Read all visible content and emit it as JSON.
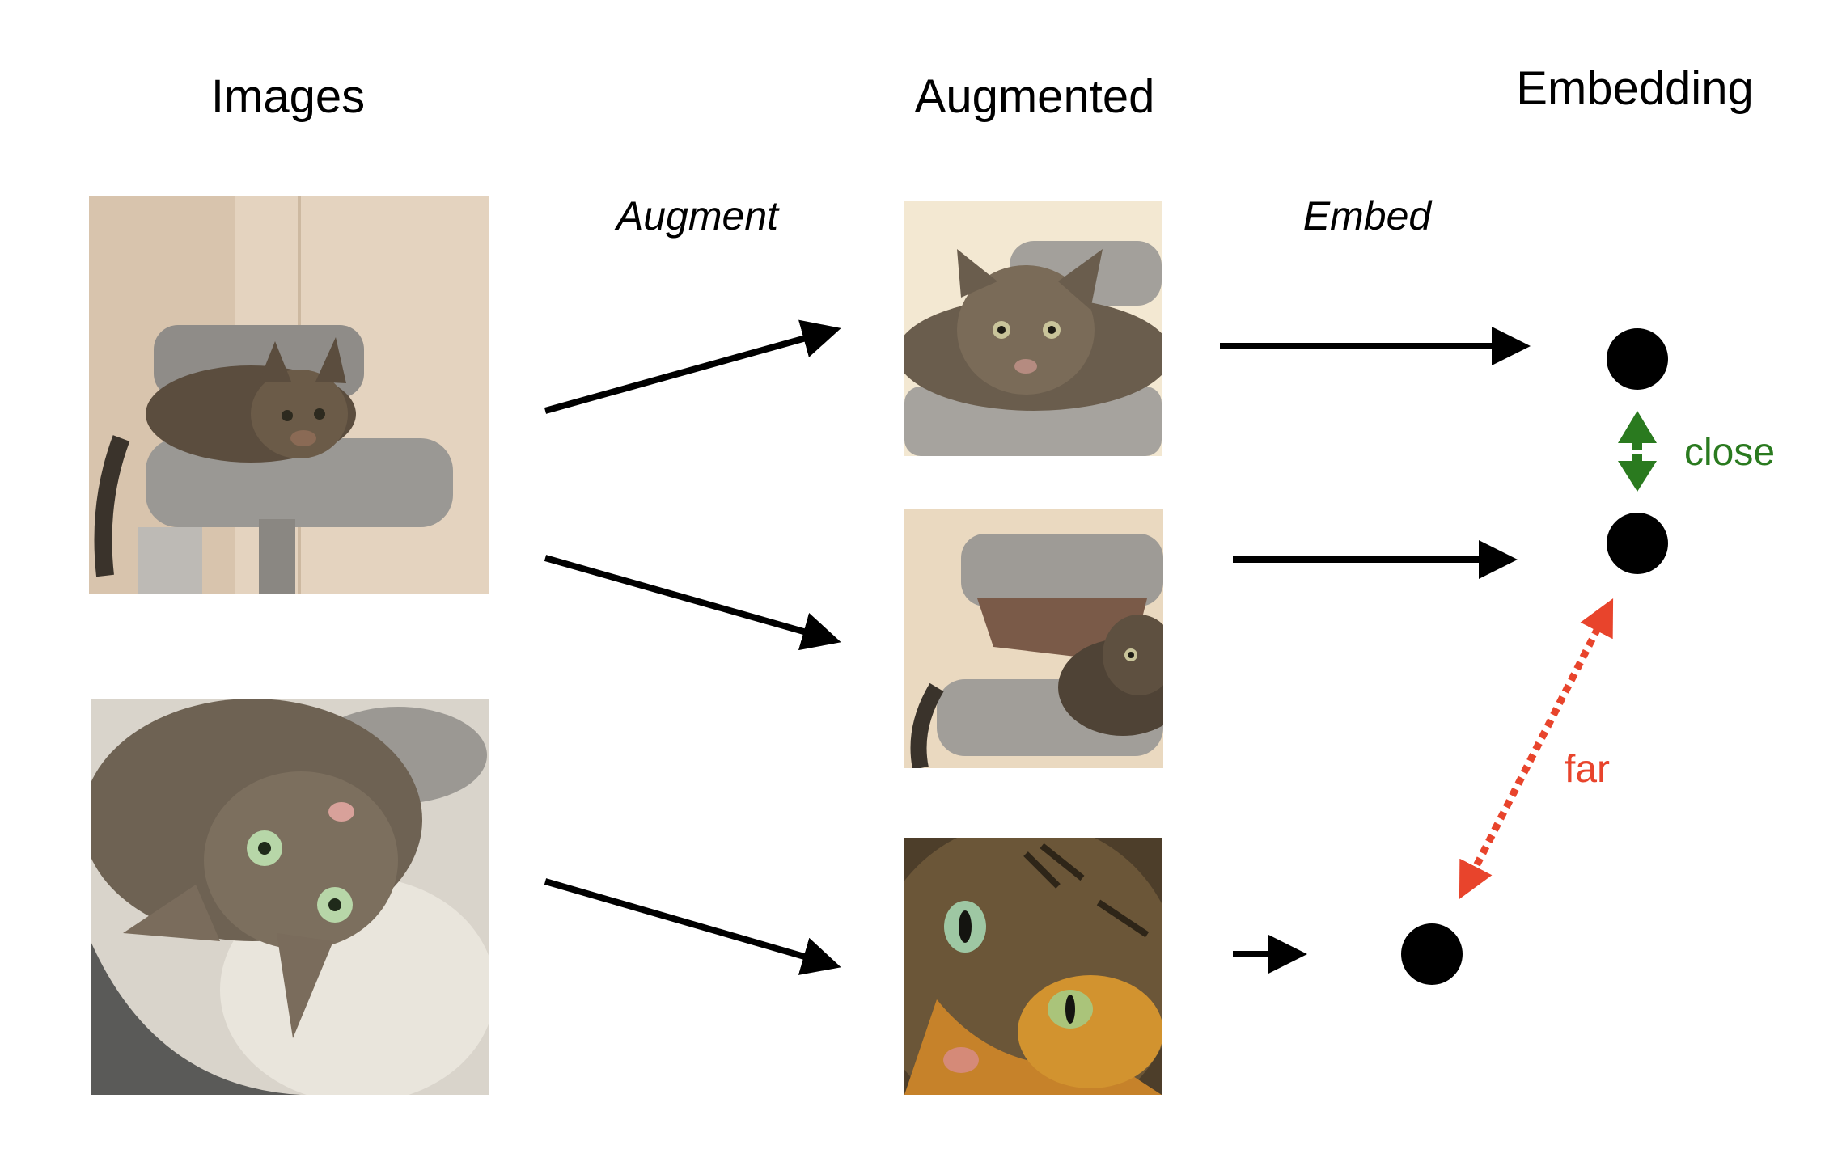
{
  "headings": {
    "images": "Images",
    "augmented": "Augmented",
    "embedding": "Embedding"
  },
  "steps": {
    "augment": "Augment",
    "embed": "Embed"
  },
  "relations": {
    "close": "close",
    "far": "far"
  },
  "colors": {
    "close": "#2a7a1f",
    "far": "#e8442c",
    "ink": "#000000"
  },
  "icons": {
    "embedding_point": "filled-circle",
    "close_indicator": "double-headed-arrow",
    "far_indicator": "dotted-double-headed-arrow"
  }
}
